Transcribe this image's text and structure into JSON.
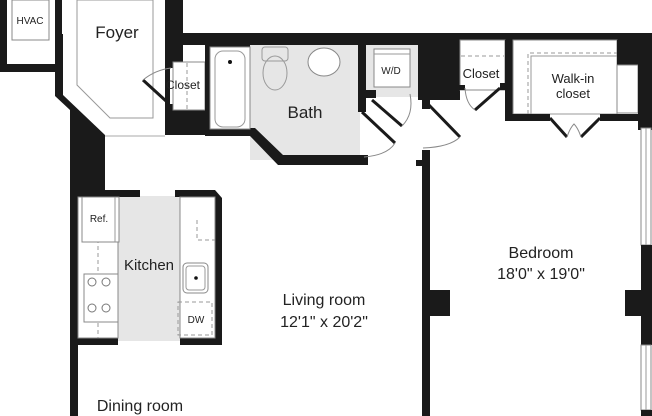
{
  "floor_plan": {
    "rooms": {
      "hvac": "HVAC",
      "foyer": "Foyer",
      "foyer_closet": "Closet",
      "bath": "Bath",
      "washer_dryer": "W/D",
      "bedroom_closet": "Closet",
      "walk_in_closet_line1": "Walk-in",
      "walk_in_closet_line2": "closet",
      "kitchen": "Kitchen",
      "refrigerator": "Ref.",
      "dishwasher": "DW",
      "living_room": "Living room",
      "living_room_size": "12'1\" x 20'2\"",
      "bedroom": "Bedroom",
      "bedroom_size": "18'0\" x 19'0\"",
      "dining_room": "Dining room"
    },
    "colors": {
      "wall": "#1a1a1a",
      "wet_area": "#e6e6e6",
      "background": "#ffffff"
    }
  }
}
